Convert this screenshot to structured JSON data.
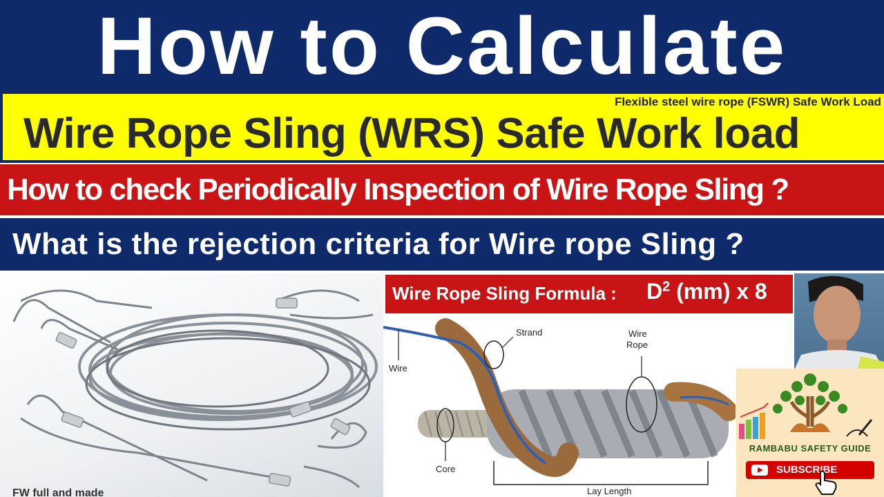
{
  "banner_title": "How to Calculate",
  "subtitle_banner": {
    "small_text": "Flexible steel wire rope (FSWR) Safe Work Load",
    "main_text": "Wire Rope Sling (WRS) Safe Work load"
  },
  "red_banner": "How to check Periodically Inspection of Wire Rope Sling ?",
  "blue_banner": "What is the rejection criteria for Wire rope Sling ?",
  "formula": {
    "label": "Wire Rope Sling Formula :",
    "d": "D",
    "exponent": "2",
    "rest": "(mm) x 8"
  },
  "diagram_labels": {
    "strand": "Strand",
    "wire_rope_line1": "Wire",
    "wire_rope_line2": "Rope",
    "wire": "Wire",
    "core": "Core",
    "lay_length": "Lay Length"
  },
  "photo_caption": "FW full and made",
  "channel": {
    "name": "RAMBABU SAFETY GUIDE",
    "subscribe": "SUBSCRIBE"
  },
  "colors": {
    "navy": "#0f2a6b",
    "yellow": "#ffff00",
    "red": "#c81414",
    "subscribe_red": "#d40000"
  },
  "icons": [
    "wire-rope-photo",
    "wire-rope-diagram",
    "presenter-photo",
    "tree-logo-icon",
    "youtube-play-icon",
    "hand-cursor-icon",
    "pen-icon",
    "bar-chart-icon"
  ]
}
